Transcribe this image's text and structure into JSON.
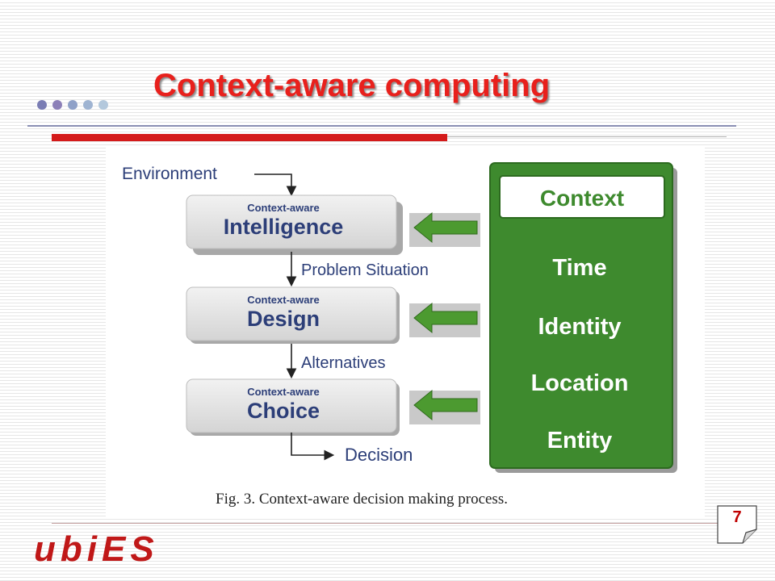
{
  "slide": {
    "title": "Context-aware computing",
    "page_number": "7",
    "logo_text": "ubiES",
    "bullet_dot_colors": [
      "#7a7db4",
      "#8c80b8",
      "#8fa1c8",
      "#9fb4d2",
      "#b3c8dc"
    ]
  },
  "figure": {
    "environment": "Environment",
    "steps": [
      {
        "prefix": "Context-aware",
        "name": "Intelligence"
      },
      {
        "prefix": "Context-aware",
        "name": "Design"
      },
      {
        "prefix": "Context-aware",
        "name": "Choice"
      }
    ],
    "flows": [
      "Problem Situation",
      "Alternatives"
    ],
    "output": "Decision",
    "context_panel": {
      "header": "Context",
      "items": [
        "Time",
        "Identity",
        "Location",
        "Entity"
      ]
    },
    "caption": "Fig. 3. Context-aware decision making process."
  },
  "colors": {
    "title_red": "#e8201c",
    "context_green": "#3e8a2e",
    "arrow_green": "#4c9a30",
    "box_gray": "#e6e6e6",
    "text_navy": "#2c3e78"
  }
}
